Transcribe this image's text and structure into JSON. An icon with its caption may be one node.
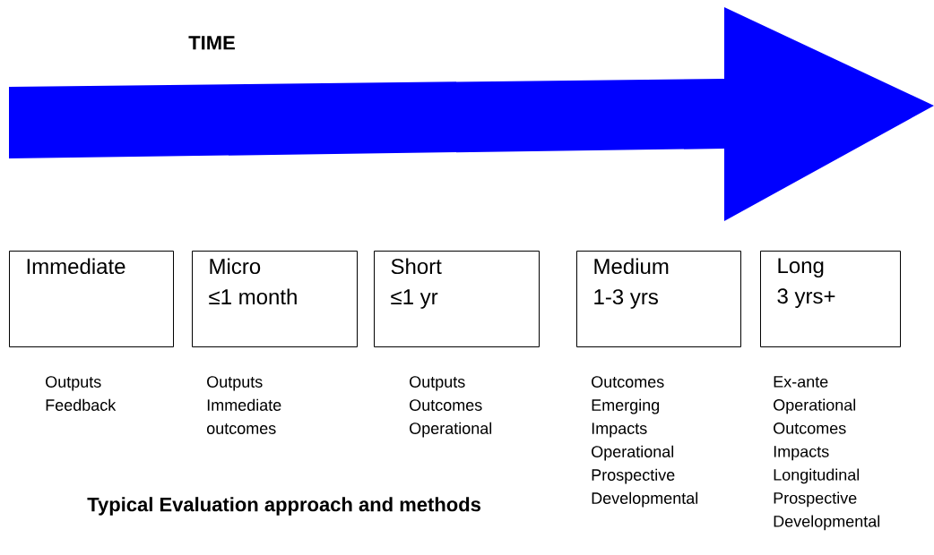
{
  "diagram": {
    "nodes": [
      {
        "text": [
          "Immediate"
        ],
        "beside": [
          "Outputs",
          "Feedback"
        ]
      },
      {
        "text": [
          "Micro",
          "≤1 month"
        ],
        "beside": [
          "Outputs",
          "Immediate outcomes"
        ]
      },
      {
        "text": [
          "Short",
          "≤1 yr"
        ],
        "beside": [
          "Outputs",
          "Outcomes",
          "Operational"
        ]
      },
      {
        "text": [
          "Medium",
          "1-3 yrs"
        ],
        "beside": [
          "Outcomes",
          "Emerging",
          "Impacts",
          "Operational",
          "Prospective",
          "Developmental"
        ]
      },
      {
        "text": [
          "Long",
          "3 yrs+"
        ],
        "beside": [
          "Ex-ante",
          "Operational",
          "Outcomes",
          "Impacts",
          "Longitudinal",
          "Prospective",
          "Developmental"
        ]
      }
    ],
    "edges": [],
    "labels": [
      "TIME",
      "Typical Evaluation approach and methods"
    ]
  }
}
